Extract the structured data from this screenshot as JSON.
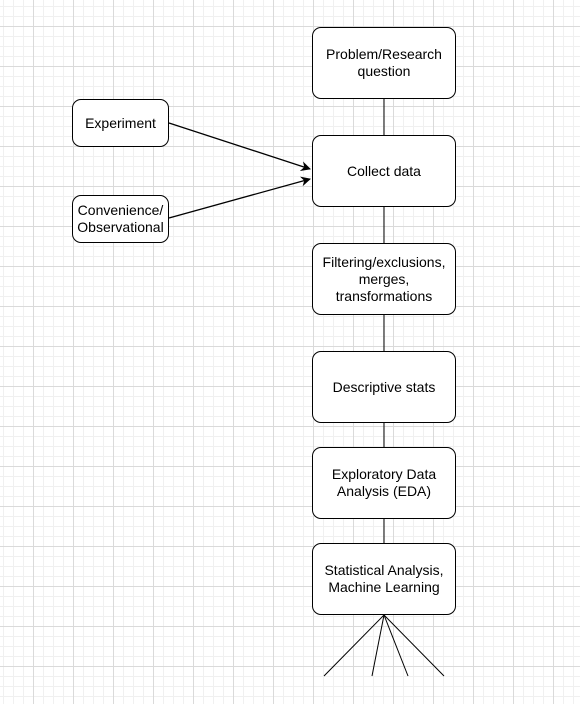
{
  "diagram": {
    "nodes": {
      "problem": "Problem/Research\nquestion",
      "collect": "Collect data",
      "filter": "Filtering/exclusions,\nmerges,\ntransformations",
      "descriptive": "Descriptive stats",
      "eda": "Exploratory Data\nAnalysis (EDA)",
      "statistical": "Statistical Analysis,\nMachine Learning",
      "experiment": "Experiment",
      "convenience": "Convenience/\nObservational"
    },
    "edges": [
      {
        "from": "problem",
        "to": "collect",
        "arrow": false
      },
      {
        "from": "experiment",
        "to": "collect",
        "arrow": true
      },
      {
        "from": "convenience",
        "to": "collect",
        "arrow": true
      },
      {
        "from": "collect",
        "to": "filter",
        "arrow": false
      },
      {
        "from": "filter",
        "to": "descriptive",
        "arrow": false
      },
      {
        "from": "descriptive",
        "to": "eda",
        "arrow": false
      },
      {
        "from": "eda",
        "to": "statistical",
        "arrow": false
      }
    ],
    "stroke_color": "#000000"
  }
}
